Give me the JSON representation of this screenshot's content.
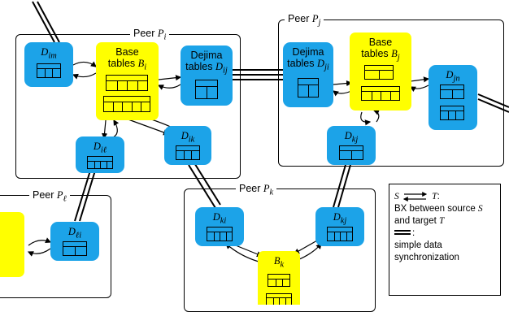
{
  "peers": {
    "pi": {
      "label": "Peer ",
      "sym": "P",
      "sub": "i"
    },
    "pj": {
      "label": "Peer ",
      "sym": "P",
      "sub": "j"
    },
    "pl": {
      "label": "Peer ",
      "sym": "P",
      "sub": "ℓ"
    },
    "pk": {
      "label": "Peer ",
      "sym": "P",
      "sub": "k"
    }
  },
  "nodes": {
    "dim": {
      "sym": "D",
      "sub": "im"
    },
    "bi": {
      "line1": "Base",
      "line2": "tables ",
      "sym": "B",
      "sub": "i"
    },
    "dij": {
      "line1": "Dejima",
      "line2": "tables ",
      "sym": "D",
      "sub": "ij"
    },
    "dil": {
      "sym": "D",
      "sub": "iℓ"
    },
    "dik": {
      "sym": "D",
      "sub": "ik"
    },
    "dji": {
      "line1": "Dejima",
      "line2": "tables ",
      "sym": "D",
      "sub": "ji"
    },
    "bj": {
      "line1": "Base",
      "line2": "tables ",
      "sym": "B",
      "sub": "j"
    },
    "djn": {
      "sym": "D",
      "sub": "jn"
    },
    "dkj_pj": {
      "sym": "D",
      "sub": "kj"
    },
    "dli": {
      "sym": "D",
      "sub": "ℓi"
    },
    "dki": {
      "sym": "D",
      "sub": "ki"
    },
    "dkj_pk": {
      "sym": "D",
      "sub": "kj"
    },
    "bk": {
      "sym": "B",
      "sub": "k"
    }
  },
  "legend": {
    "s": "S",
    "t": "T",
    "colon1": ":",
    "bx_text": "BX between source ",
    "bx_s": "S",
    "and_target": "and target ",
    "and_t": "T",
    "colon2": ":",
    "simple1": "simple data",
    "simple2": "synchronization"
  },
  "colors": {
    "dejima": "#1ca3e8",
    "base": "#ffff00"
  }
}
